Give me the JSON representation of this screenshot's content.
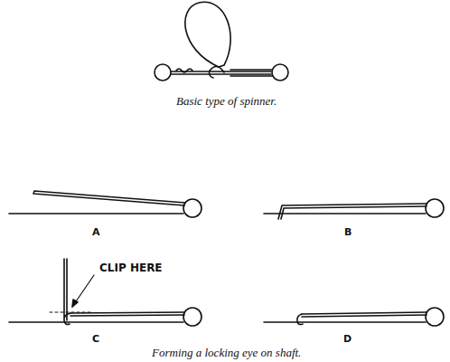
{
  "diagram": {
    "caption": "Forming a locking eye on shaft.",
    "labels": [
      "Basic type of spinner.",
      "A",
      "B",
      "C",
      "D",
      "CLIP HERE"
    ]
  }
}
